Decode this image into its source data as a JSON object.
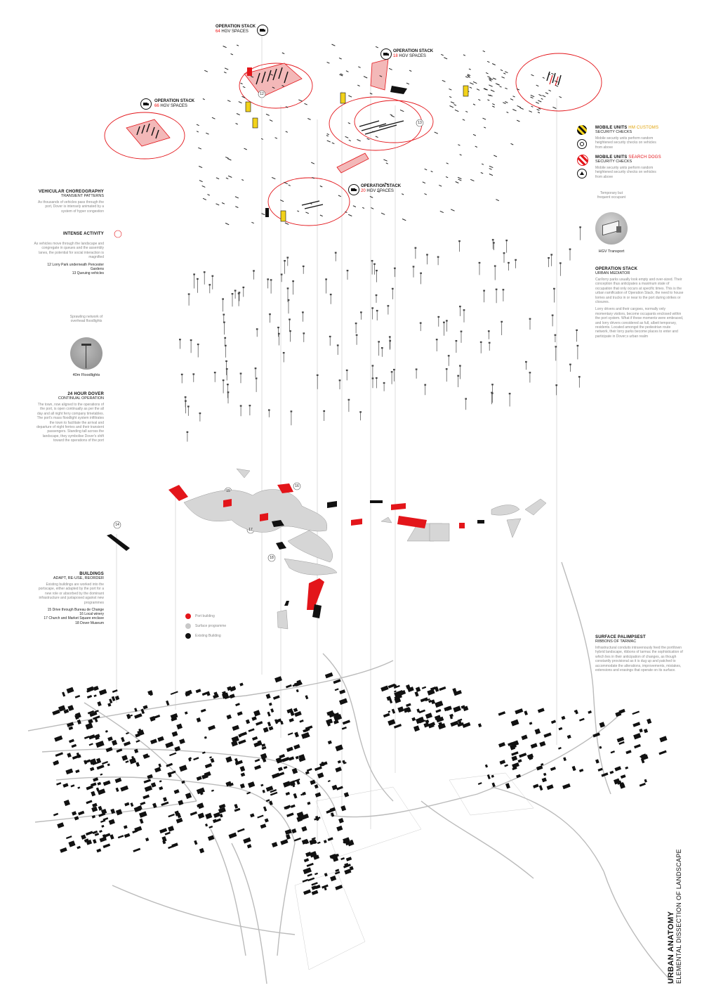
{
  "stacks": [
    {
      "title": "OPERATION STACK",
      "count": "64",
      "unit": "HGV SPACES"
    },
    {
      "title": "OPERATION STACK",
      "count": "18",
      "unit": "HGV SPACES"
    },
    {
      "title": "OPERATION STACK",
      "count": "66",
      "unit": "HGV SPACES"
    },
    {
      "title": "OPERATION STACK",
      "count": "20",
      "unit": "HGV SPACES"
    }
  ],
  "markers": [
    "12",
    "13",
    "14",
    "15",
    "16",
    "17",
    "18"
  ],
  "vehicular": {
    "title": "VEHICULAR CHOREOGRAPHY",
    "subtitle": "TRANSIENT PATTERNS",
    "body": "As thousands of vehicles pass through the port, Dover is intensely animated by a system of hyper congestion"
  },
  "intense": {
    "title": "INTENSE ACTIVITY",
    "body": "As vehicles move through the landscape and congregate in queues and the assembly lanes, the potential for social interaction is magnified",
    "list": [
      "12 Lorry Park underneath Pencester Gardens",
      "13 Queuing vehicles"
    ]
  },
  "floodlight": {
    "caption": "Sprawling network of overhead floodlights",
    "label": "40m Floodlights"
  },
  "dover24": {
    "title": "24 HOUR DOVER",
    "subtitle": "CONTINUAL OPERATION",
    "body": "The town, now aligned to the operations of the port, is open continually as per the all day and all night ferry company timetables. The port's mass floodlight system infiltrates the town to facilitate the arrival and departure of night ferries and their transient passengers. Standing tall across the landscape, they symbolise Dover's shift toward the operations of the port"
  },
  "mobile1": {
    "title": "MOBILE UNITS",
    "highlight": "HM CUSTOMS",
    "subtitle": "SECURITY CHECKS",
    "body": "Mobile security units perform random heightened security checks on vehicles from above"
  },
  "mobile2": {
    "title": "MOBILE UNITS",
    "highlight": "SEARCH DOGS",
    "subtitle": "SECURITY CHECKS",
    "body": "Mobile security units perform random heightened security checks on vehicles from above"
  },
  "hgv": {
    "caption": "Temporary but frequent occupant",
    "label": "HGV Transport"
  },
  "mediator": {
    "title": "OPERATION STACK",
    "subtitle": "URBAN MEDIATOR",
    "body1": "Car/lorry parks usually look empty and over-sized. Their conception thus anticipates a maximum state of occupation that only occurs at specific times. This is the urban ramification of Operation Stack, the need to house lorries and trucks in or near to the port during strikes or closures.",
    "body2": "Lorry drivers and their cargoes, normally only momentary visitors, become occupants enclosed within the port system. What if these moments were embraced, and lorry drivers considered as full, albeit temporary, residents. Located amongst the pedestrian route network, their lorry parks become places to enter and participate in Dover;s urban realm"
  },
  "buildings": {
    "title": "BUILDINGS",
    "subtitle": "ADAPT, RE-USE, REORDER",
    "body": "Existing buildings are worked into the portscape, either adapted by the port for a new role or absorbed by the dominant infrastructure and juxtaposed against new programmes",
    "list": [
      "15 Drive through Bureau de Change",
      "16 Local winery",
      "17 Church and Market Square enclave",
      "18 Dover Museum"
    ]
  },
  "legend": [
    {
      "label": "Port building",
      "color": "#e3151a"
    },
    {
      "label": "Surface programme",
      "color": "#c8c8c8"
    },
    {
      "label": "Existing Building",
      "color": "#111111"
    }
  ],
  "palimpsest": {
    "title": "SURFACE PALIMPSEST",
    "subtitle": "RIBBONS OF TARMAC",
    "body": "Infrastructural conduits intravenously feed the port/town hybrid landscape, ribbons of tarmac the sophistication of which lies in their anticipation of changes, as though constantly provisional as it is dug up and patched to accommodate the alterations, improvements, mistakes, extensions and erasings that operate on its surface."
  },
  "sheet": {
    "title": "URBAN ANATOMY",
    "subtitle": "ELEMENTAL DISSECTION OF LANDSCAPE"
  },
  "colors": {
    "accent": "#e3151a",
    "yellow": "#f2d21b",
    "grey": "#c8c8c8",
    "black": "#111111"
  }
}
